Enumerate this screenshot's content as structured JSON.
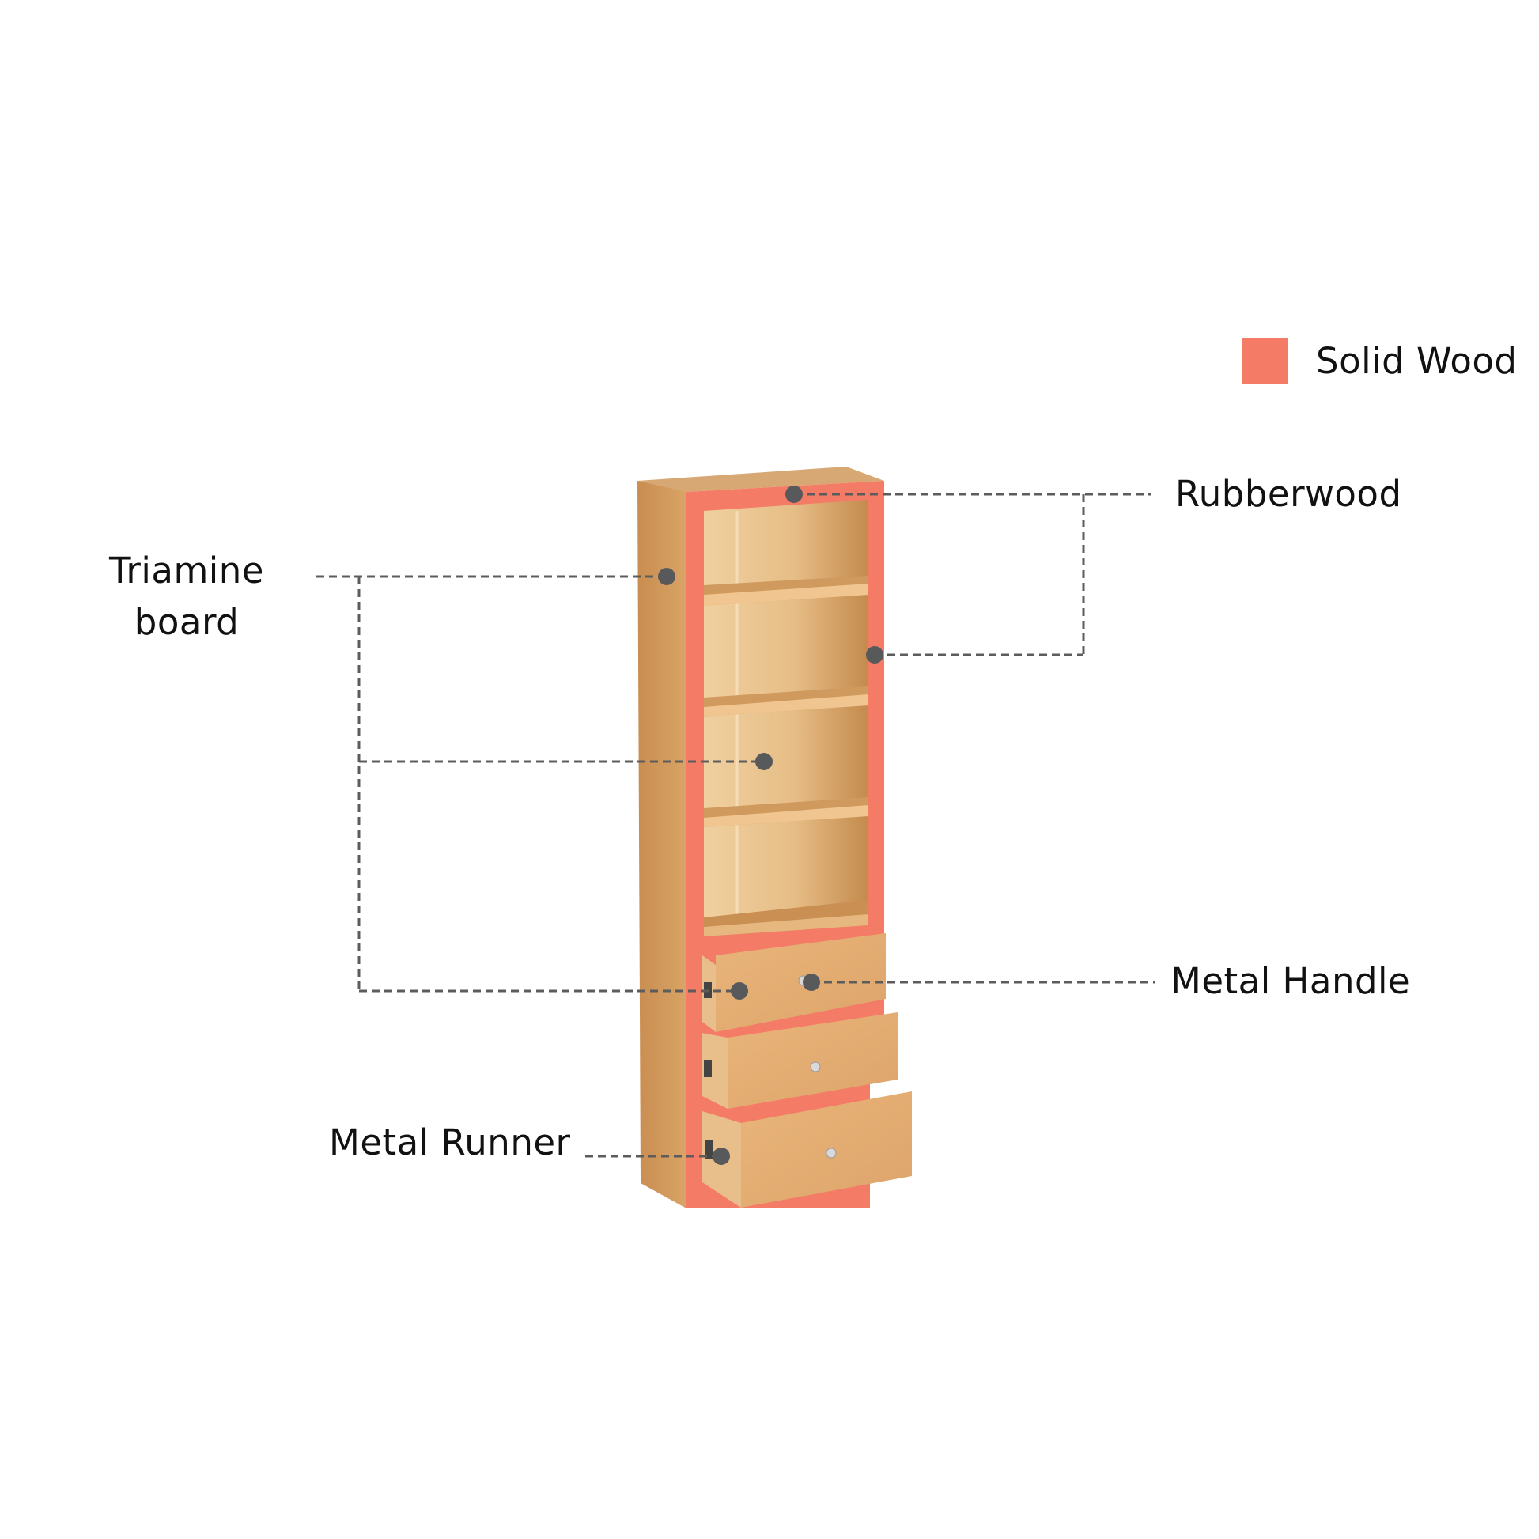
{
  "legend": {
    "swatch_color": "#f47b66",
    "label": "Solid Wood"
  },
  "callouts": {
    "rubberwood": "Rubberwood",
    "triamine": [
      "Triamine",
      "board"
    ],
    "metal_handle": "Metal Handle",
    "metal_runner": "Metal Runner"
  },
  "colors": {
    "solid_wood": "#f47b66",
    "wood_light": "#e4b77e",
    "wood_mid": "#d39a5c",
    "wood_dark": "#b77d43",
    "wood_back": "#eac694",
    "callout_line": "#5c5c5c",
    "callout_dot": "#58595b"
  },
  "object": {
    "name": "Bookcase with 4 open shelves and 3 drawers",
    "open_shelves": 4,
    "drawers": 3
  }
}
